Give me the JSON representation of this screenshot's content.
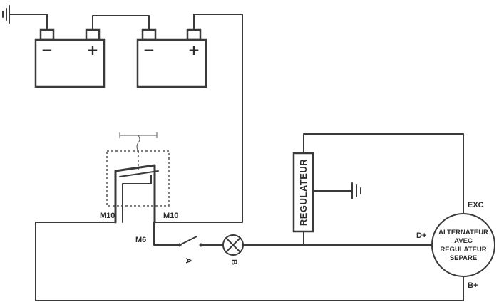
{
  "batteries": [
    {
      "minus": "−",
      "plus": "+"
    },
    {
      "minus": "−",
      "plus": "+"
    }
  ],
  "relay": {
    "left_terminal": "M10",
    "right_terminal": "M10",
    "coil_terminal": "M6"
  },
  "switch_label": "A",
  "lamp_label": "B",
  "regulator_label": "REGULATEUR",
  "alternator": {
    "lines": [
      "ALTERNATEUR",
      "AVEC",
      "REGULATEUR",
      "SEPARE"
    ],
    "exc": "EXC",
    "d_plus": "D+",
    "b_plus": "B+"
  }
}
